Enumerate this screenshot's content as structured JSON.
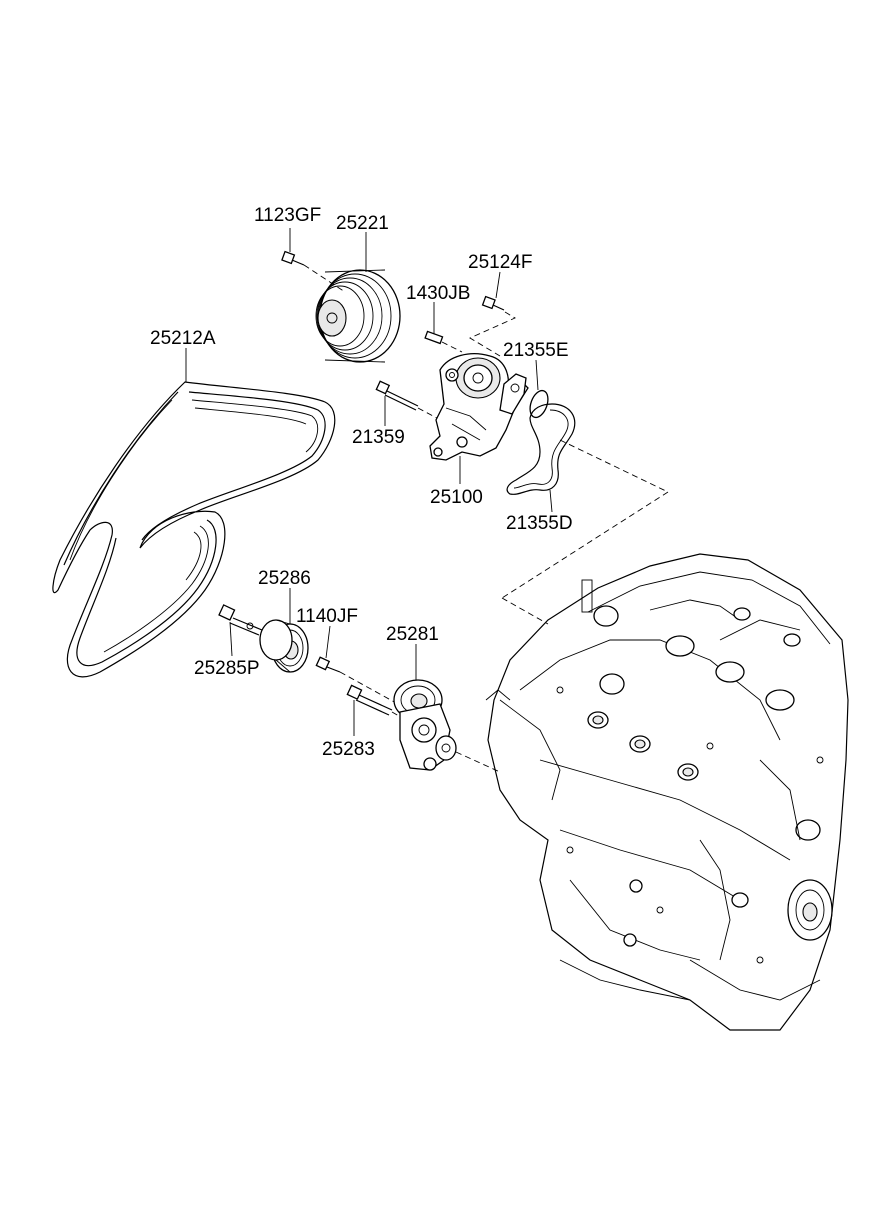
{
  "labels": {
    "p1123GF": "1123GF",
    "p25221": "25221",
    "p25124F": "25124F",
    "p1430JB": "1430JB",
    "p25212A": "25212A",
    "p21355E": "21355E",
    "p21359": "21359",
    "p25100": "25100",
    "p21355D": "21355D",
    "p25286": "25286",
    "p1140JF": "1140JF",
    "p25281": "25281",
    "p25285P": "25285P",
    "p25283": "25283"
  }
}
